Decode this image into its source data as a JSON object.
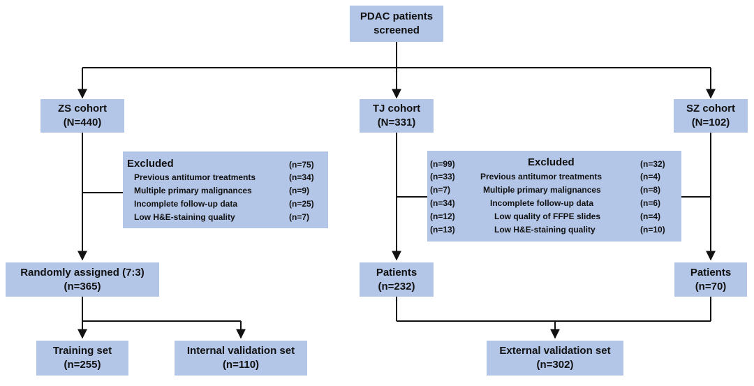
{
  "top": {
    "line1": "PDAC patients",
    "line2": "screened"
  },
  "cohorts": {
    "zs": {
      "name": "ZS cohort",
      "n": "(N=440)"
    },
    "tj": {
      "name": "TJ cohort",
      "n": "(N=331)"
    },
    "sz": {
      "name": "SZ cohort",
      "n": "(N=102)"
    }
  },
  "excluded_zs": {
    "title": "Excluded",
    "total": "(n=75)",
    "items": [
      {
        "label": "Previous antitumor treatments",
        "n": "(n=34)"
      },
      {
        "label": "Multiple primary malignances",
        "n": "(n=9)"
      },
      {
        "label": "Incomplete follow-up data",
        "n": "(n=25)"
      },
      {
        "label": "Low H&E-staining quality",
        "n": "(n=7)"
      }
    ]
  },
  "excluded_tjsz": {
    "title": "Excluded",
    "tj_total": "(n=99)",
    "sz_total": "(n=32)",
    "items": [
      {
        "tj": "(n=33)",
        "label": "Previous antitumor treatments",
        "sz": "(n=4)"
      },
      {
        "tj": "(n=7)",
        "label": "Multiple primary malignances",
        "sz": "(n=8)"
      },
      {
        "tj": "(n=34)",
        "label": "Incomplete follow-up data",
        "sz": "(n=6)"
      },
      {
        "tj": "(n=12)",
        "label": "Low quality of FFPE slides",
        "sz": "(n=4)"
      },
      {
        "tj": "(n=13)",
        "label": "Low H&E-staining quality",
        "sz": "(n=10)"
      }
    ]
  },
  "assigned": {
    "label": "Randomly assigned (7:3)",
    "n": "(n=365)"
  },
  "patients_tj": {
    "label": "Patients",
    "n": "(n=232)"
  },
  "patients_sz": {
    "label": "Patients",
    "n": "(n=70)"
  },
  "training": {
    "label": "Training set",
    "n": "(n=255)"
  },
  "internal": {
    "label": "Internal validation set",
    "n": "(n=110)"
  },
  "external": {
    "label": "External validation set",
    "n": "(n=302)"
  }
}
